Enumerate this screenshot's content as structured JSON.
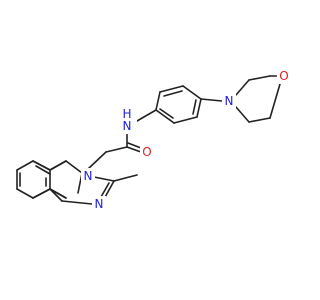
{
  "colors": {
    "bond": "#222222",
    "nitrogen": "#2020e0",
    "oxygen": "#e02020",
    "background": "#ffffff"
  },
  "atoms": {
    "amide_nitrogen": {
      "symbol": "N",
      "hydrogen": "H"
    },
    "morpholine_nitrogen": {
      "symbol": "N"
    },
    "morpholine_oxygen": {
      "symbol": "O"
    },
    "carbonyl_oxygen": {
      "symbol": "O"
    },
    "benzimidazole_n1": {
      "symbol": "N"
    },
    "benzimidazole_n3": {
      "symbol": "N"
    }
  }
}
